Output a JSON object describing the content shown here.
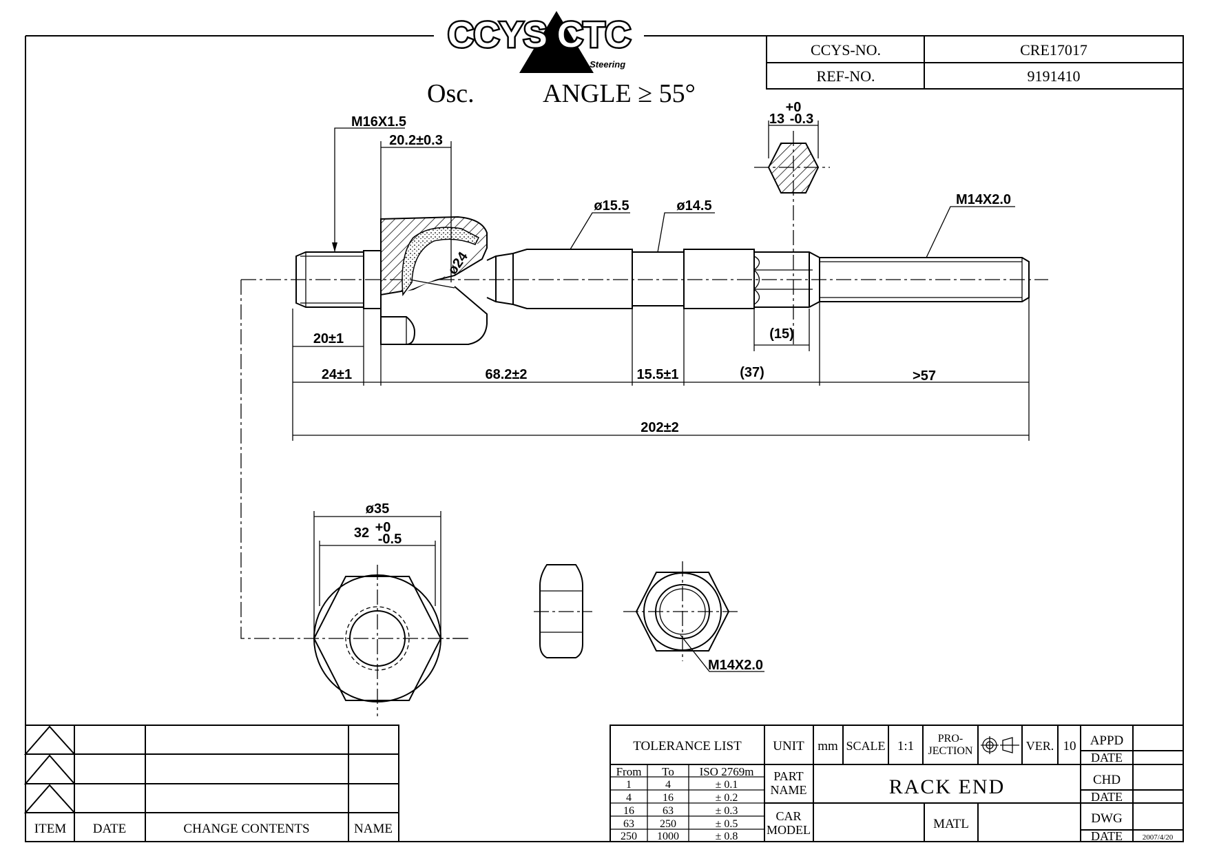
{
  "logo": {
    "brand": "CCYS CTC",
    "tagline": "Suspension & Steering"
  },
  "header": {
    "rows": [
      {
        "label": "CCYS-NO.",
        "value": "CRE17017"
      },
      {
        "label": "REF-NO.",
        "value": "9191410"
      }
    ],
    "osc_label": "Osc.",
    "angle_label": "ANGLE ≥ 55°"
  },
  "dimensions": {
    "thread_left": "M16X1.5",
    "ball_width": "20.2±0.3",
    "ball_dia": "ø24",
    "shaft_dia_1": "ø15.5",
    "shaft_dia_2": "ø14.5",
    "hex_tol_top": "+0",
    "hex_size": "13",
    "hex_tol_bottom": "-0.3",
    "thread_right": "M14X2.0",
    "thread_len": "20±1",
    "flat_len": "(15)",
    "seg1": "24±1",
    "seg2": "68.2±2",
    "seg3": "15.5±1",
    "seg4": "(37)",
    "seg5": ">57",
    "overall": "202±2",
    "housing_dia": "ø35",
    "housing_hex_base": "32",
    "housing_hex_tol_top": "+0",
    "housing_hex_tol_bottom": "-0.5",
    "nut_thread": "M14X2.0"
  },
  "revision_table": {
    "headers": [
      "ITEM",
      "DATE",
      "CHANGE CONTENTS",
      "NAME"
    ]
  },
  "title_block": {
    "tolerance_title": "TOLERANCE LIST",
    "tol_headers": [
      "From",
      "To",
      "ISO 2769m"
    ],
    "tol_rows": [
      [
        "1",
        "4",
        "± 0.1"
      ],
      [
        "4",
        "16",
        "± 0.2"
      ],
      [
        "16",
        "63",
        "± 0.3"
      ],
      [
        "63",
        "250",
        "± 0.5"
      ],
      [
        "250",
        "1000",
        "± 0.8"
      ]
    ],
    "unit_label": "UNIT",
    "unit_value": "mm",
    "scale_label": "SCALE",
    "scale_value": "1:1",
    "projection_line1": "PRO-",
    "projection_line2": "JECTION",
    "ver_label": "VER.",
    "ver_value": "10",
    "part_name_line1": "PART",
    "part_name_line2": "NAME",
    "part_name_value": "RACK END",
    "car_model_line1": "CAR",
    "car_model_line2": "MODEL",
    "matl_label": "MATL",
    "appd_label": "APPD",
    "chd_label": "CHD",
    "dwg_label": "DWG",
    "date_label": "DATE",
    "dwg_date": "2007/4/20"
  }
}
